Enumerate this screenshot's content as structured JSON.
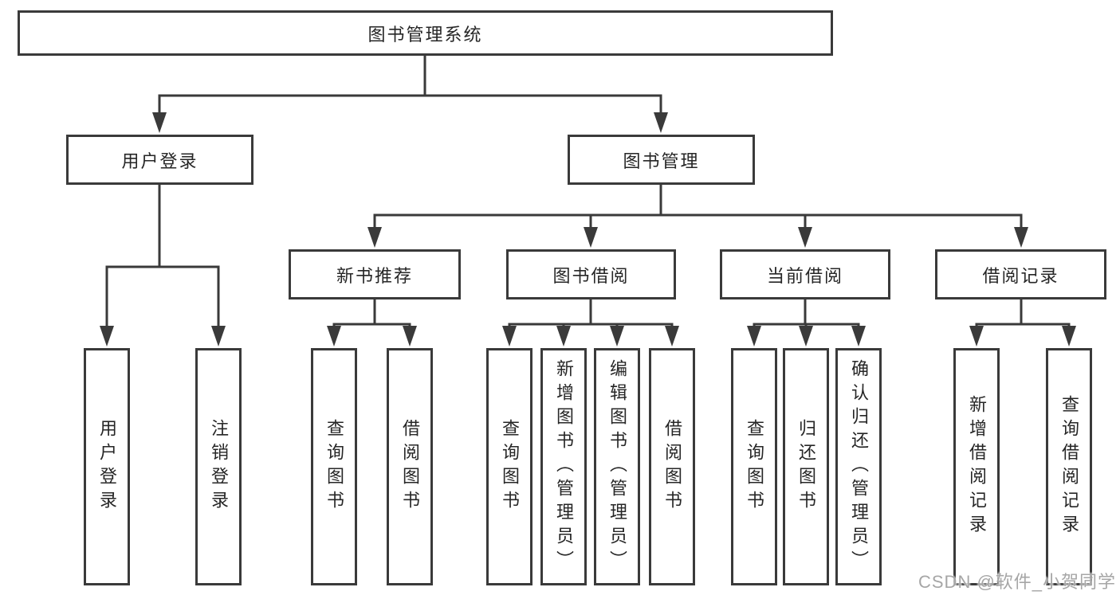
{
  "colors": {
    "line": "#3a3a3a",
    "box_border": "#3a3a3a",
    "text": "#262626",
    "watermark": "#a6a6a6",
    "background": "#ffffff"
  },
  "watermark": {
    "text": "CSDN @软件_小贺同学"
  },
  "tree": {
    "label": "图书管理系统",
    "children": [
      {
        "label": "用户登录",
        "children": [
          {
            "label": "用户登录"
          },
          {
            "label": "注销登录"
          }
        ]
      },
      {
        "label": "图书管理",
        "children": [
          {
            "label": "新书推荐",
            "children": [
              {
                "label": "查询图书"
              },
              {
                "label": "借阅图书"
              }
            ]
          },
          {
            "label": "图书借阅",
            "children": [
              {
                "label": "查询图书"
              },
              {
                "label": "新增图书（管理员）"
              },
              {
                "label": "编辑图书（管理员）"
              },
              {
                "label": "借阅图书"
              }
            ]
          },
          {
            "label": "当前借阅",
            "children": [
              {
                "label": "查询图书"
              },
              {
                "label": "归还图书"
              },
              {
                "label": "确认归还（管理员）"
              }
            ]
          },
          {
            "label": "借阅记录",
            "children": [
              {
                "label": "新增借阅记录"
              },
              {
                "label": "查询借阅记录"
              }
            ]
          }
        ]
      }
    ]
  }
}
